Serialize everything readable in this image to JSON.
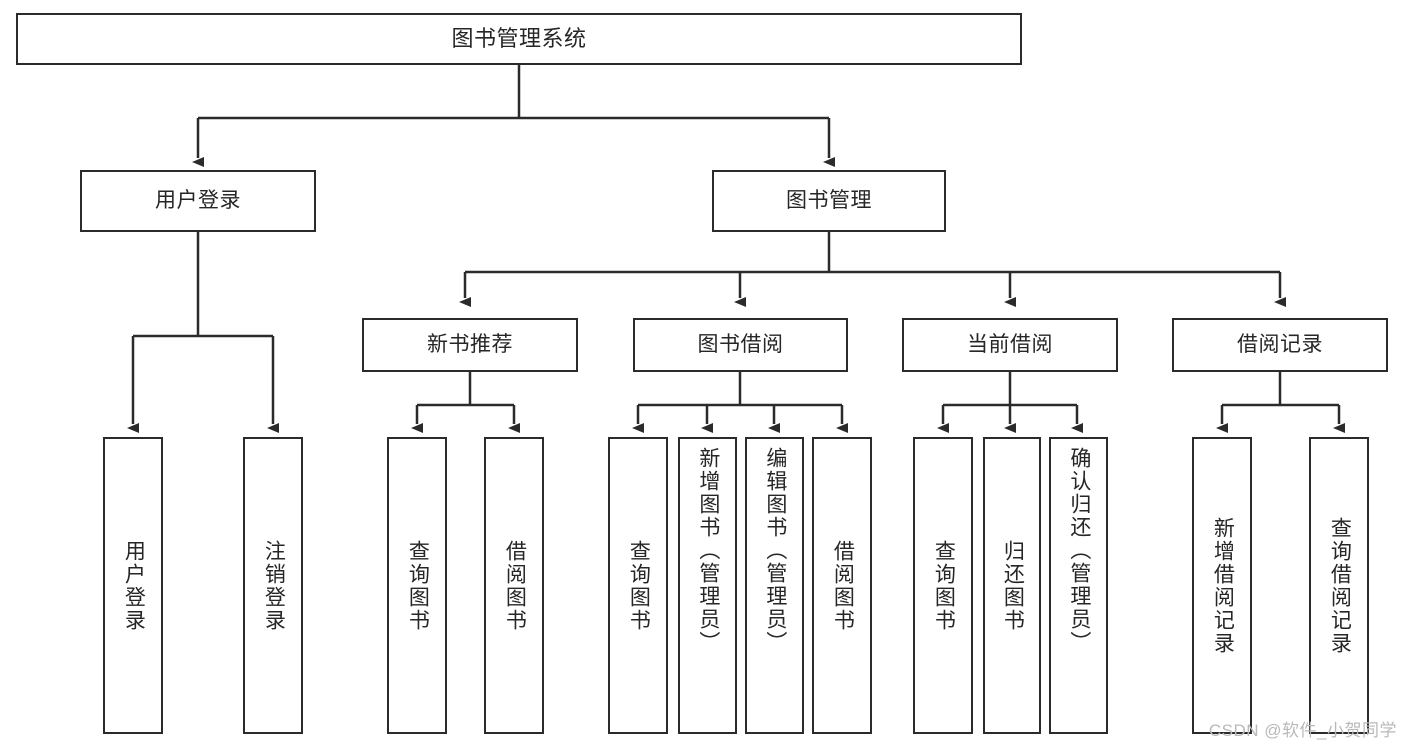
{
  "diagram": {
    "title": "图书管理系统",
    "type": "tree-hierarchy-diagram",
    "root": {
      "label": "图书管理系统"
    },
    "level2": [
      {
        "label": "用户登录"
      },
      {
        "label": "图书管理"
      }
    ],
    "level3": [
      {
        "label": "新书推荐"
      },
      {
        "label": "图书借阅"
      },
      {
        "label": "当前借阅"
      },
      {
        "label": "借阅记录"
      }
    ],
    "leaves": {
      "user_login": [
        {
          "label": "用户登录"
        },
        {
          "label": "注销登录"
        }
      ],
      "new_book_recommend": [
        {
          "label": "查询图书"
        },
        {
          "label": "借阅图书"
        }
      ],
      "book_borrow": [
        {
          "label": "查询图书"
        },
        {
          "label": "新增图书（管理员）"
        },
        {
          "label": "编辑图书（管理员）"
        },
        {
          "label": "借阅图书"
        }
      ],
      "current_borrow": [
        {
          "label": "查询图书"
        },
        {
          "label": "归还图书"
        },
        {
          "label": "确认归还（管理员）"
        }
      ],
      "borrow_record": [
        {
          "label": "新增借阅记录"
        },
        {
          "label": "查询借阅记录"
        }
      ]
    }
  },
  "watermark": {
    "text": "CSDN @软件_小贺同学"
  },
  "colors": {
    "stroke": "#2b2b2b",
    "text": "#262626",
    "background": "#ffffff",
    "watermark": "#b9b9b9"
  }
}
